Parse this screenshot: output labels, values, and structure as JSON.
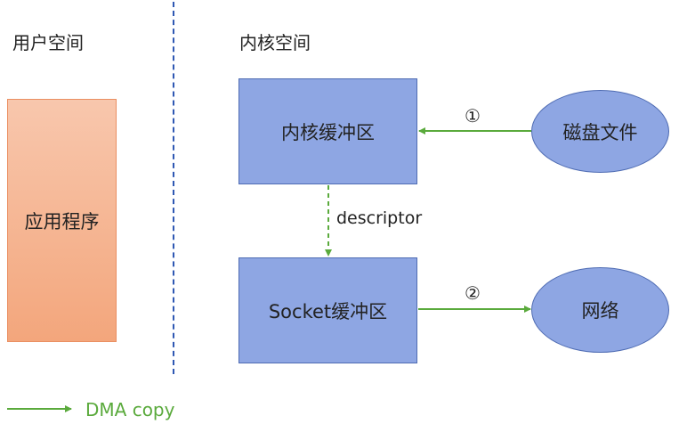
{
  "labels": {
    "user_space": "用户空间",
    "kernel_space": "内核空间"
  },
  "nodes": {
    "application": "应用程序",
    "kernel_buffer": "内核缓冲区",
    "socket_buffer": "Socket缓冲区",
    "disk_file": "磁盘文件",
    "network": "网络"
  },
  "edges": {
    "step1": "①",
    "step2": "②",
    "descriptor": "descriptor"
  },
  "legend": {
    "dma_copy": "DMA copy"
  },
  "colors": {
    "box_fill": "#8ea6e3",
    "box_border": "#4f6cb3",
    "app_fill": "#f5b08c",
    "arrow_green": "#5aaa3c",
    "divider_blue": "#2f58b3"
  }
}
